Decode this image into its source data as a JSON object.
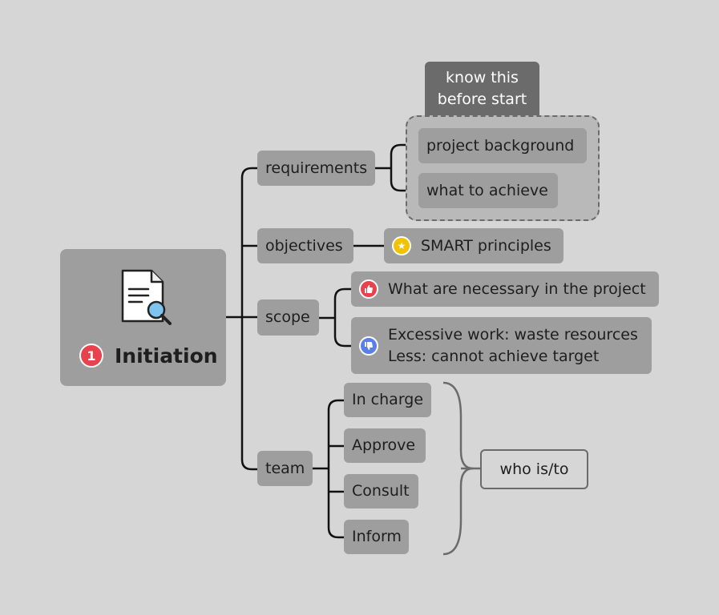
{
  "root": {
    "number": "1",
    "title": "Initiation",
    "icon": "document-search-icon"
  },
  "branches": {
    "requirements": {
      "label": "requirements",
      "callout": {
        "line1": "know this",
        "line2": "before start"
      },
      "children": [
        "project background",
        "what to achieve"
      ]
    },
    "objectives": {
      "label": "objectives",
      "child": {
        "label": "SMART principles",
        "marker": "star-icon",
        "marker_color": "#f2c200"
      }
    },
    "scope": {
      "label": "scope",
      "children": [
        {
          "line1": "What are necessary in the project",
          "marker": "thumbs-up-icon",
          "marker_color": "#e8424d"
        },
        {
          "line1": "Excessive work: waste resources",
          "line2": "Less: cannot achieve target",
          "marker": "thumbs-down-icon",
          "marker_color": "#5b7fe8"
        }
      ]
    },
    "team": {
      "label": "team",
      "children": [
        "In charge",
        "Approve",
        "Consult",
        "Inform"
      ],
      "summary": "who is/to"
    }
  },
  "colors": {
    "background": "#d6d6d6",
    "node": "#9e9e9e",
    "callout": "#6b6b6b",
    "line": "#111111"
  }
}
